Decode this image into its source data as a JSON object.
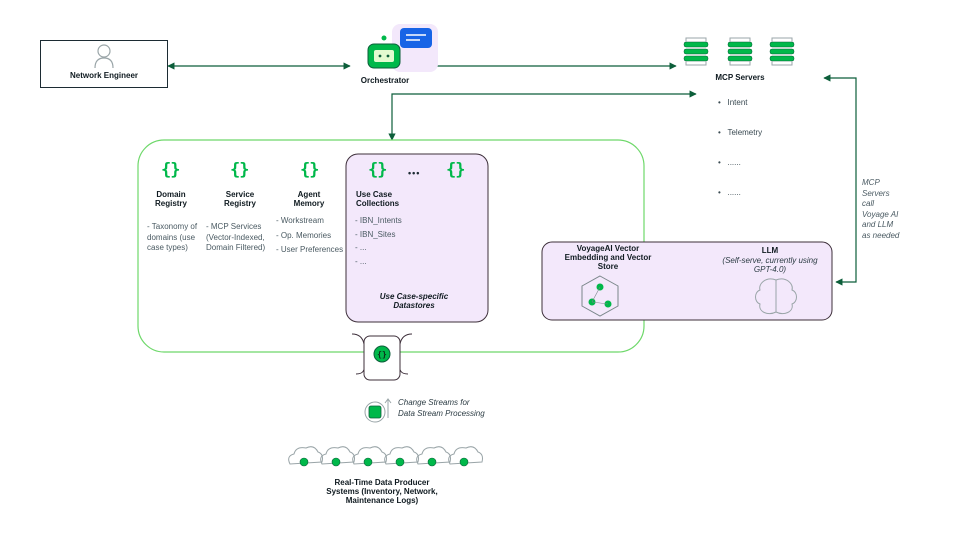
{
  "network_engineer": {
    "label": "Network Engineer"
  },
  "orchestrator": {
    "label": "Orchestrator"
  },
  "mcp": {
    "label": "MCP Servers",
    "items": [
      "Intent",
      "Telemetry",
      "......",
      "......"
    ],
    "note": "MCP Servers call Voyage AI and LLM as needed"
  },
  "registries": [
    {
      "title": "Domain Registry",
      "desc": "- Taxonomy of domains (use case types)"
    },
    {
      "title": "Service Registry",
      "desc": "- MCP Services (Vector-Indexed, Domain Filtered)"
    },
    {
      "title": "Agent Memory",
      "desc": [
        "- Workstream",
        "- Op. Memories",
        "- User Preferences"
      ]
    }
  ],
  "use_case": {
    "title": "Use Case Collections",
    "ellipsis": "•••",
    "items": [
      "- IBN_Intents",
      "- IBN_Sites",
      "- ...",
      "- ..."
    ],
    "footer": "Use Case-specific Datastores"
  },
  "voyage": {
    "label": "VoyageAI Vector Embedding and Vector Store"
  },
  "llm": {
    "label": "LLM",
    "sub": "(Self-serve, currently using GPT-4.0)"
  },
  "change_streams": {
    "label": "Change Streams for Data Stream Processing"
  },
  "producers": {
    "label": "Real-Time Data Producer Systems (Inventory, Network, Maintenance Logs)"
  },
  "colors": {
    "accent": "#00b84a",
    "line": "#0c5e3a",
    "panel": "#f3e8fb",
    "panel_border": "#3d2f3a",
    "container_border": "#6ed86a"
  }
}
